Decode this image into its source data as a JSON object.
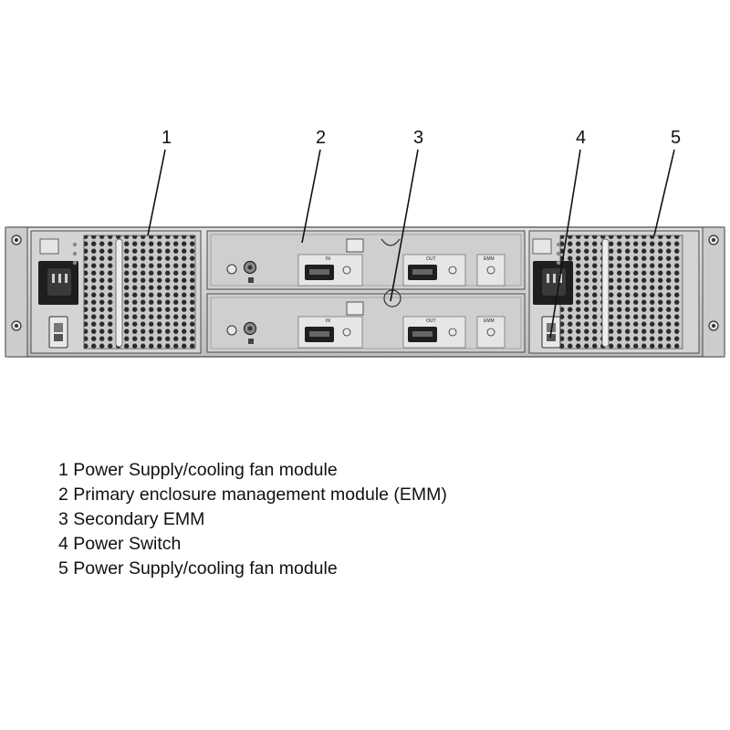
{
  "callouts": [
    "1",
    "2",
    "3",
    "4",
    "5"
  ],
  "port_labels": {
    "in": "IN",
    "out": "OUT",
    "emm": "EMM"
  },
  "legend": [
    "1 Power Supply/cooling fan module",
    "2 Primary enclosure management module (EMM)",
    "3 Secondary EMM",
    "4 Power Switch",
    "5 Power Supply/cooling fan module"
  ],
  "colors": {
    "chassis": "#d2d2d2",
    "module": "#cfcfcf",
    "grille_hole": "#2a2a2a",
    "outline": "#4a4a4a"
  }
}
